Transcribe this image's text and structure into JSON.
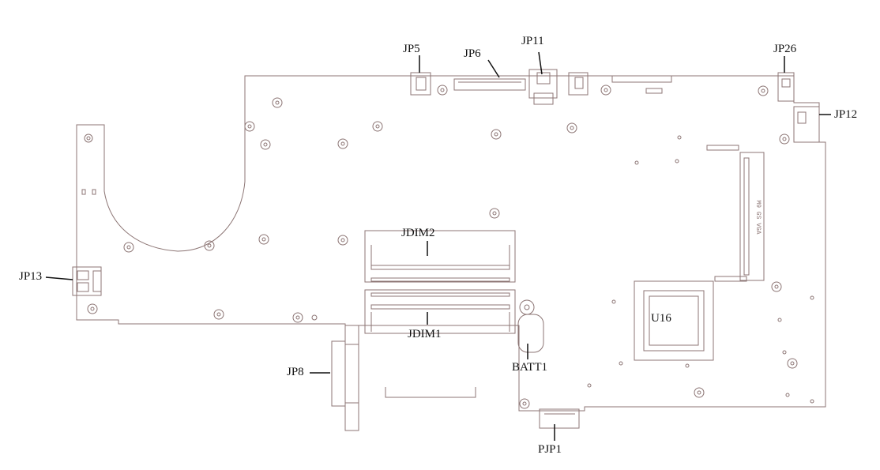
{
  "colors": {
    "board_outline": "#8c7574",
    "label_text": "#111111",
    "leader_line": "#111111"
  },
  "labels": {
    "jp5": "JP5",
    "jp6": "JP6",
    "jp11": "JP11",
    "jp26": "JP26",
    "jp12": "JP12",
    "jp13": "JP13",
    "jdim2": "JDIM2",
    "jdim1": "JDIM1",
    "u16": "U16",
    "batt1": "BATT1",
    "jp8": "JP8",
    "pjp1": "PJP1"
  },
  "chip_marking": "M9 GS VGA"
}
